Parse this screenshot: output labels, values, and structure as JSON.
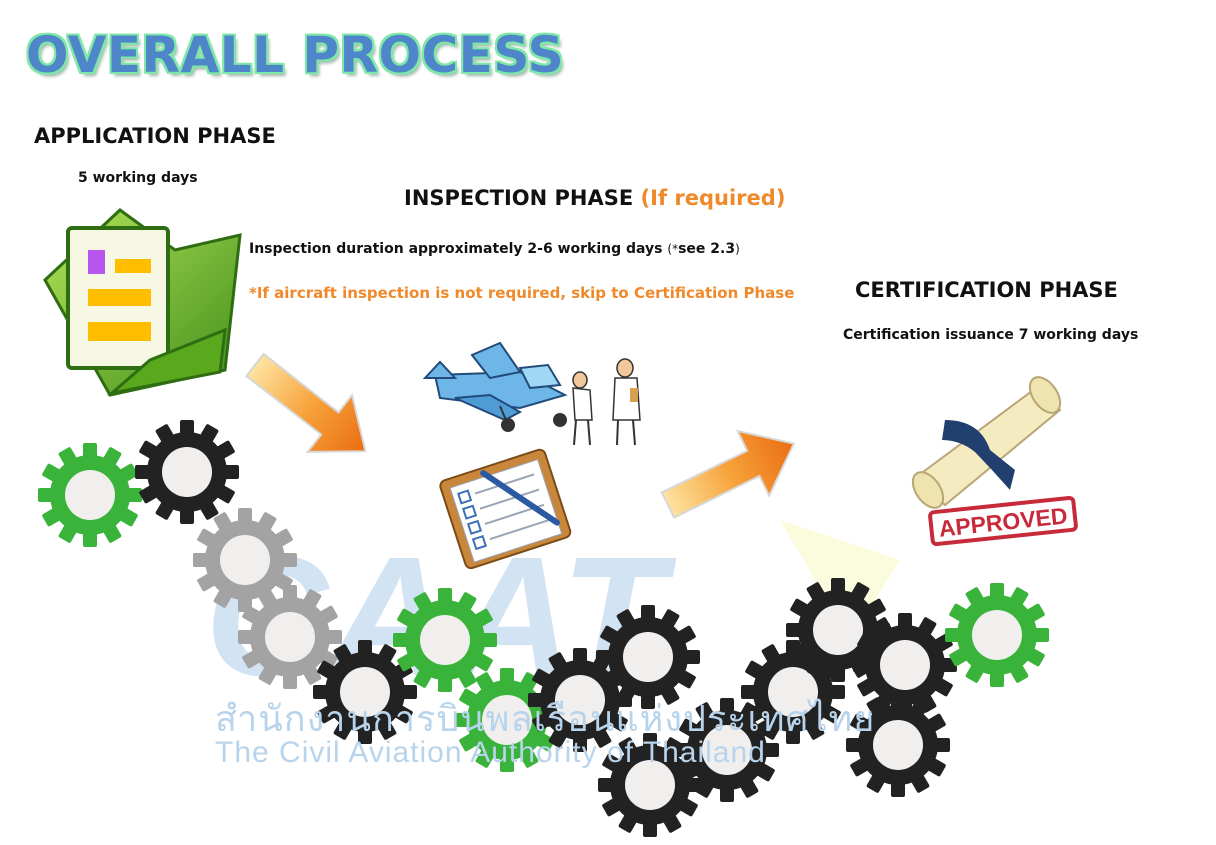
{
  "title": "OVERALL PROCESS",
  "application_phase": {
    "title": "APPLICATION PHASE",
    "duration": "5 working days"
  },
  "inspection_phase": {
    "title": "INSPECTION PHASE",
    "title_suffix": "(If required)",
    "duration": "Inspection duration approximately 2-6 working days",
    "duration_note_prefix": "(*",
    "duration_note_ref": "see 2.3",
    "duration_note_suffix": ")",
    "skip_note": "*If aircraft inspection is not required, skip to Certification Phase"
  },
  "certification_phase": {
    "title": "CERTIFICATION PHASE",
    "duration": "Certification issuance 7 working days"
  },
  "stamp": "APPROVED",
  "watermark": {
    "logo": "CAAT",
    "name_th": "สำนักงานการบินพลเรือนแห่งประเทศไทย",
    "name_en": "The Civil Aviation Authority of Thailand"
  },
  "colors": {
    "title_fill": "#4f86c9",
    "title_outline": "#7ee8a8",
    "accent_orange": "#f0892a",
    "gear_green": "#3ab33a",
    "gear_black": "#222222",
    "gear_gray": "#a3a3a3",
    "watermark_blue": "#b8d4ec"
  },
  "icons": [
    "folder-document-icon",
    "arrow-icon",
    "airplane-inspection-icon",
    "clipboard-checklist-icon",
    "certificate-scroll-icon",
    "approved-stamp-icon",
    "gear-icon"
  ]
}
